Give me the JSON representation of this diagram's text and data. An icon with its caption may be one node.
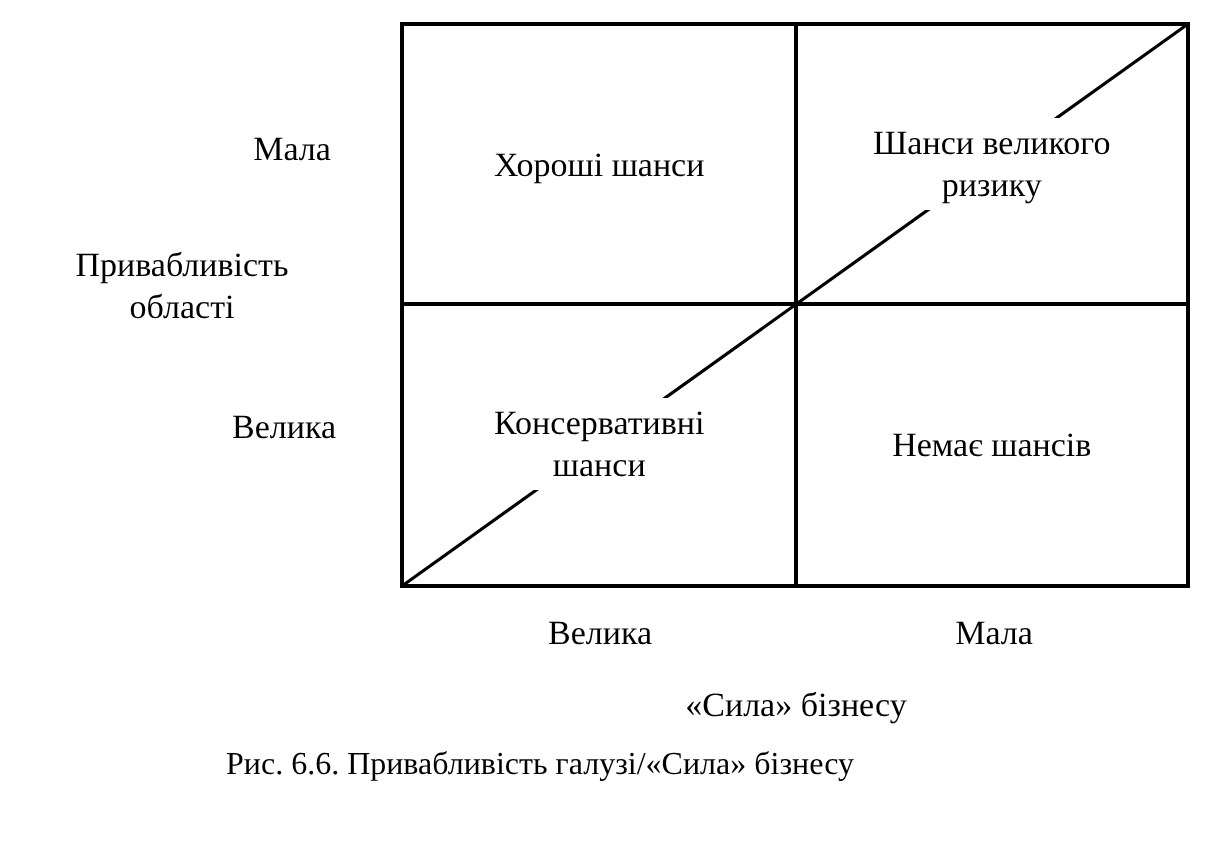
{
  "diagram": {
    "caption": "Рис. 6.6. Привабливість галузі/«Сила» бізнесу",
    "nodes": [
      {
        "text": [
          "Хороші шанси"
        ]
      },
      {
        "text": [
          "Шанси великого ризику"
        ]
      },
      {
        "text": [
          "Консервативні шанси"
        ]
      },
      {
        "text": [
          "Немає шансів"
        ]
      }
    ],
    "labels": [
      "Мала",
      "Привабливість області",
      "Велика",
      "Велика",
      "Мала",
      "«Сила» бізнесу"
    ]
  }
}
